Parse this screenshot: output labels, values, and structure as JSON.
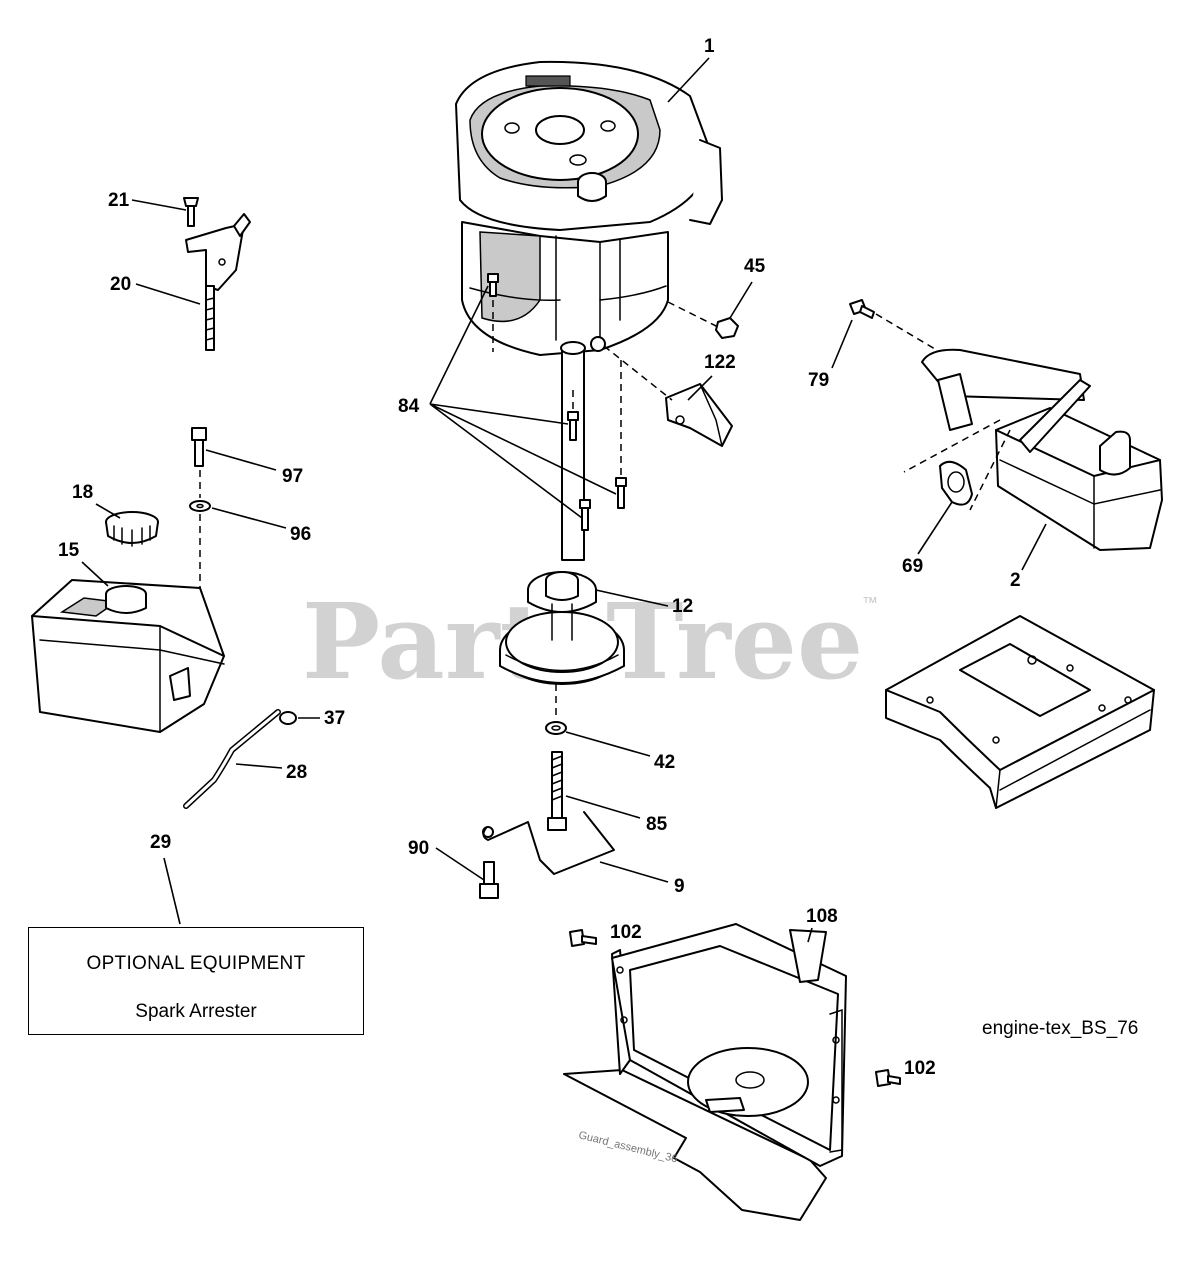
{
  "watermark": {
    "text": "PartsTree",
    "trademark": "™"
  },
  "diagram_ref": "engine-tex_BS_76",
  "part_stamp": "Guard_assembly_36",
  "optional_equipment": {
    "title": "OPTIONAL EQUIPMENT",
    "item": "Spark Arrester"
  },
  "callouts": {
    "c1": "1",
    "c2": "2",
    "c9": "9",
    "c12": "12",
    "c15": "15",
    "c18": "18",
    "c20": "20",
    "c21": "21",
    "c28": "28",
    "c29": "29",
    "c37": "37",
    "c42": "42",
    "c45": "45",
    "c69": "69",
    "c79": "79",
    "c84": "84",
    "c85": "85",
    "c90": "90",
    "c96": "96",
    "c97": "97",
    "c102a": "102",
    "c102b": "102",
    "c108": "108",
    "c122": "122"
  }
}
